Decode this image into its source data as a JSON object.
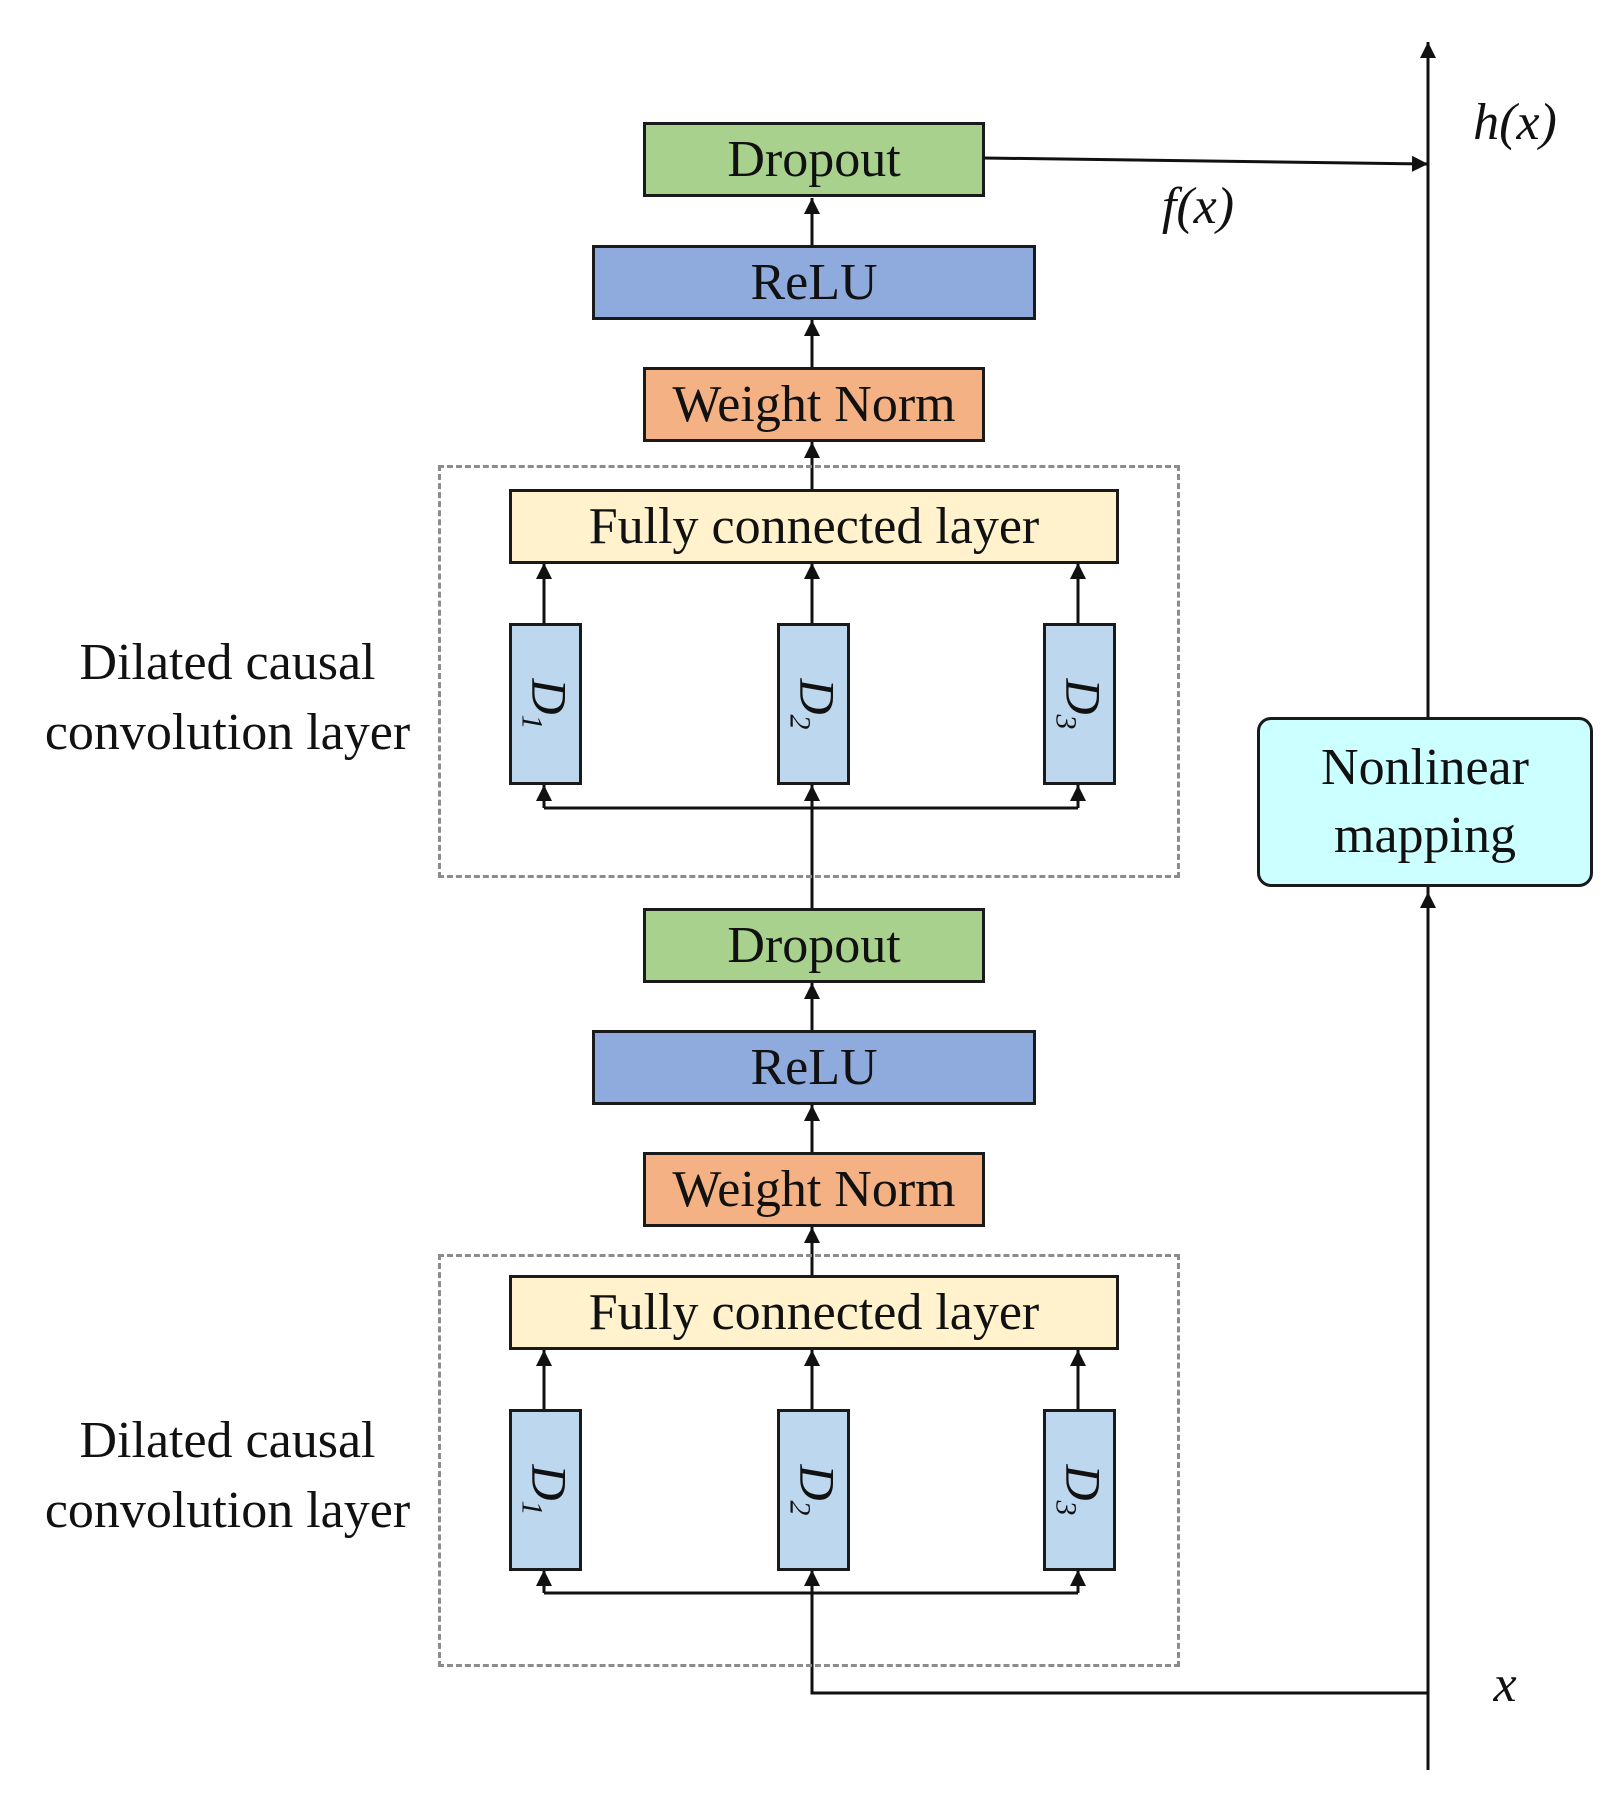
{
  "blocks": {
    "top": {
      "dropout": "Dropout",
      "relu": "ReLU",
      "weight_norm": "Weight Norm",
      "fc": "Fully connected layer",
      "d1": "D",
      "d1_sub": "1",
      "d2": "D",
      "d2_sub": "2",
      "d3": "D",
      "d3_sub": "3",
      "group_label_line1": "Dilated causal",
      "group_label_line2": "convolution layer"
    },
    "bottom": {
      "dropout": "Dropout",
      "relu": "ReLU",
      "weight_norm": "Weight Norm",
      "fc": "Fully connected layer",
      "d1": "D",
      "d1_sub": "1",
      "d2": "D",
      "d2_sub": "2",
      "d3": "D",
      "d3_sub": "3",
      "group_label_line1": "Dilated causal",
      "group_label_line2": "convolution layer"
    }
  },
  "nonlinear": {
    "line1": "Nonlinear",
    "line2": "mapping"
  },
  "symbols": {
    "hx": "h(x)",
    "fx": "f(x)",
    "x": "x"
  },
  "colors": {
    "dropout": "#a9d18e",
    "relu": "#8faadc",
    "weight_norm": "#f4b183",
    "fc": "#fff2cc",
    "dilated": "#bdd7ee",
    "nonlinear": "#ccffff"
  }
}
